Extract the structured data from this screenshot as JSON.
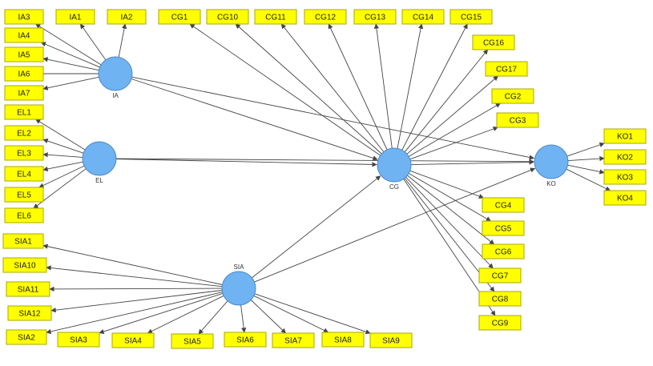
{
  "diagram": {
    "latent_variables": [
      {
        "id": "IA",
        "label": "IA"
      },
      {
        "id": "EL",
        "label": "EL"
      },
      {
        "id": "CG",
        "label": "CG"
      },
      {
        "id": "KO",
        "label": "KO"
      },
      {
        "id": "SIA",
        "label": "SIA"
      }
    ],
    "indicators": [
      {
        "id": "IA3",
        "label": "IA3",
        "latent": "IA"
      },
      {
        "id": "IA1",
        "label": "IA1",
        "latent": "IA"
      },
      {
        "id": "IA2",
        "label": "IA2",
        "latent": "IA"
      },
      {
        "id": "IA4",
        "label": "IA4",
        "latent": "IA"
      },
      {
        "id": "IA5",
        "label": "IA5",
        "latent": "IA"
      },
      {
        "id": "IA6",
        "label": "IA6",
        "latent": "IA"
      },
      {
        "id": "IA7",
        "label": "IA7",
        "latent": "IA"
      },
      {
        "id": "EL1",
        "label": "EL1",
        "latent": "EL"
      },
      {
        "id": "EL2",
        "label": "EL2",
        "latent": "EL"
      },
      {
        "id": "EL3",
        "label": "EL3",
        "latent": "EL"
      },
      {
        "id": "EL4",
        "label": "EL4",
        "latent": "EL"
      },
      {
        "id": "EL5",
        "label": "EL5",
        "latent": "EL"
      },
      {
        "id": "EL6",
        "label": "EL6",
        "latent": "EL"
      },
      {
        "id": "SIA1",
        "label": "SIA1",
        "latent": "SIA"
      },
      {
        "id": "SIA10",
        "label": "SIA10",
        "latent": "SIA"
      },
      {
        "id": "SIA11",
        "label": "SIA11",
        "latent": "SIA"
      },
      {
        "id": "SIA12",
        "label": "SIA12",
        "latent": "SIA"
      },
      {
        "id": "SIA2",
        "label": "SIA2",
        "latent": "SIA"
      },
      {
        "id": "SIA3",
        "label": "SIA3",
        "latent": "SIA"
      },
      {
        "id": "SIA4",
        "label": "SIA4",
        "latent": "SIA"
      },
      {
        "id": "SIA5",
        "label": "SIA5",
        "latent": "SIA"
      },
      {
        "id": "SIA6",
        "label": "SIA6",
        "latent": "SIA"
      },
      {
        "id": "SIA7",
        "label": "SIA7",
        "latent": "SIA"
      },
      {
        "id": "SIA8",
        "label": "SIA8",
        "latent": "SIA"
      },
      {
        "id": "SIA9",
        "label": "SIA9",
        "latent": "SIA"
      },
      {
        "id": "CG1",
        "label": "CG1",
        "latent": "CG"
      },
      {
        "id": "CG10",
        "label": "CG10",
        "latent": "CG"
      },
      {
        "id": "CG11",
        "label": "CG11",
        "latent": "CG"
      },
      {
        "id": "CG12",
        "label": "CG12",
        "latent": "CG"
      },
      {
        "id": "CG13",
        "label": "CG13",
        "latent": "CG"
      },
      {
        "id": "CG14",
        "label": "CG14",
        "latent": "CG"
      },
      {
        "id": "CG15",
        "label": "CG15",
        "latent": "CG"
      },
      {
        "id": "CG16",
        "label": "CG16",
        "latent": "CG"
      },
      {
        "id": "CG17",
        "label": "CG17",
        "latent": "CG"
      },
      {
        "id": "CG2",
        "label": "CG2",
        "latent": "CG"
      },
      {
        "id": "CG3",
        "label": "CG3",
        "latent": "CG"
      },
      {
        "id": "CG4",
        "label": "CG4",
        "latent": "CG"
      },
      {
        "id": "CG5",
        "label": "CG5",
        "latent": "CG"
      },
      {
        "id": "CG6",
        "label": "CG6",
        "latent": "CG"
      },
      {
        "id": "CG7",
        "label": "CG7",
        "latent": "CG"
      },
      {
        "id": "CG8",
        "label": "CG8",
        "latent": "CG"
      },
      {
        "id": "CG9",
        "label": "CG9",
        "latent": "CG"
      },
      {
        "id": "KO1",
        "label": "KO1",
        "latent": "KO"
      },
      {
        "id": "KO2",
        "label": "KO2",
        "latent": "KO"
      },
      {
        "id": "KO3",
        "label": "KO3",
        "latent": "KO"
      },
      {
        "id": "KO4",
        "label": "KO4",
        "latent": "KO"
      }
    ],
    "structural_paths": [
      {
        "from": "IA",
        "to": "CG"
      },
      {
        "from": "IA",
        "to": "KO"
      },
      {
        "from": "EL",
        "to": "CG"
      },
      {
        "from": "EL",
        "to": "KO"
      },
      {
        "from": "SIA",
        "to": "CG"
      },
      {
        "from": "SIA",
        "to": "KO"
      },
      {
        "from": "CG",
        "to": "KO"
      }
    ],
    "colors": {
      "indicator_fill": "#ffff00",
      "latent_fill": "#6fb3f2",
      "path": "#444444"
    }
  }
}
